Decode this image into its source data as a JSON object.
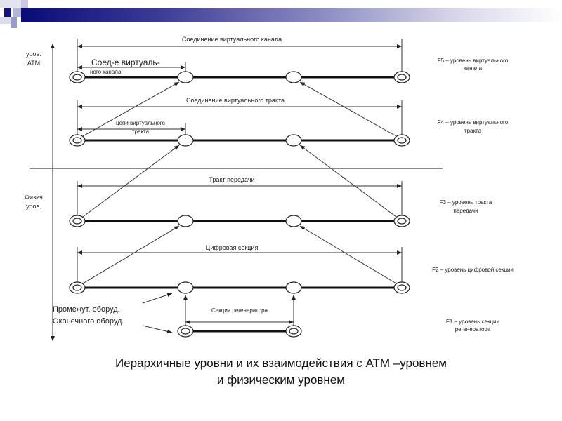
{
  "colors": {
    "band_start": "#0a0a78",
    "line": "#222222"
  },
  "axis_labels": {
    "atm": [
      "уров.",
      "АТМ"
    ],
    "physical": [
      "Физич",
      "уров."
    ]
  },
  "levels": {
    "f5": {
      "span_label": "Соединение виртуального канала",
      "inner_label_big": "Соед-е виртуаль-",
      "inner_label_small": "ного канала",
      "right_label": [
        "F5 – уровень виртуального",
        "канала"
      ]
    },
    "f4": {
      "span_label": "Соединение виртуального тракта",
      "inner_label": [
        "цепи виртуального",
        "тракта"
      ],
      "right_label": [
        "F4 – уровень виртуального",
        "тракта"
      ]
    },
    "f3": {
      "span_label": "Тракт передачи",
      "right_label": [
        "F3 – уровень тракта",
        "передачи"
      ]
    },
    "f2": {
      "span_label": "Цифровая секция",
      "right_label": [
        "F2 – уровень цифровой секции"
      ]
    },
    "f1": {
      "span_label": "Секция регенератора",
      "right_label": [
        "F1 – уровень секции",
        "регенератора"
      ]
    }
  },
  "legend": {
    "intermediate": "Промежут. оборуд.",
    "terminal": "Оконечного оборуд."
  },
  "caption": [
    "Иерархичные уровни и их взаимодействия с АТМ –уровнем",
    "и физическим уровнем"
  ]
}
